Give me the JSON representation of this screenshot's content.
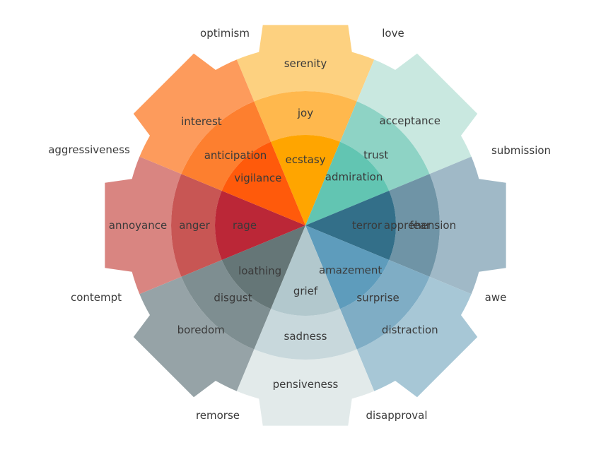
{
  "diagram": {
    "emotions": [
      {
        "outer": "serenity",
        "middle": "joy",
        "inner": "ecstasy",
        "colors": [
          "#fdd180",
          "#ffb84d",
          "#ffa500"
        ]
      },
      {
        "outer": "acceptance",
        "middle": "trust",
        "inner": "admiration",
        "colors": [
          "#c9e8e0",
          "#8ed3c5",
          "#62c5b2"
        ]
      },
      {
        "outer": "apprehension",
        "middle": "fear",
        "inner": "terror",
        "colors": [
          "#a0b9c7",
          "#6f94a6",
          "#336f89"
        ]
      },
      {
        "outer": "distraction",
        "middle": "surprise",
        "inner": "amazement",
        "colors": [
          "#a7c7d6",
          "#7fadc5",
          "#5e9cbc"
        ]
      },
      {
        "outer": "pensiveness",
        "middle": "sadness",
        "inner": "grief",
        "colors": [
          "#e2eaea",
          "#c8d8dc",
          "#b2c8cd"
        ]
      },
      {
        "outer": "boredom",
        "middle": "disgust",
        "inner": "loathing",
        "colors": [
          "#96a3a7",
          "#7e8e91",
          "#657677"
        ]
      },
      {
        "outer": "annoyance",
        "middle": "anger",
        "inner": "rage",
        "colors": [
          "#d98581",
          "#c85654",
          "#bb2737"
        ]
      },
      {
        "outer": "interest",
        "middle": "anticipation",
        "inner": "vigilance",
        "colors": [
          "#fd9b5c",
          "#fd7f2f",
          "#ff5a0b"
        ]
      }
    ],
    "dyads": [
      "love",
      "submission",
      "awe",
      "disapproval",
      "remorse",
      "contempt",
      "aggressiveness",
      "optimism"
    ]
  }
}
